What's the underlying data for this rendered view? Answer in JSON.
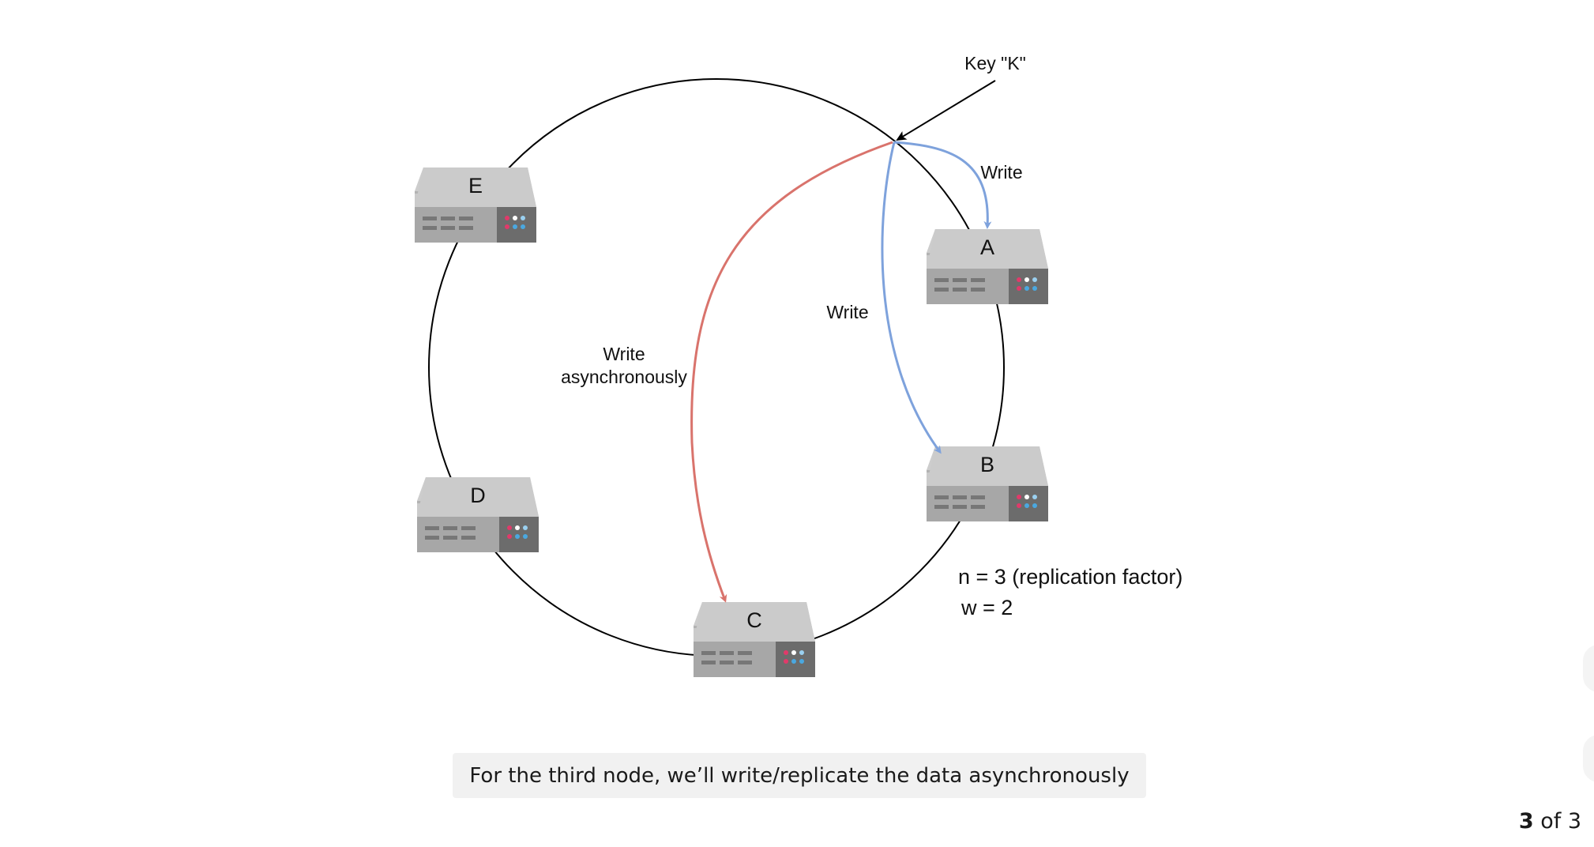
{
  "diagram": {
    "key_label": "Key \"K\"",
    "nodes": {
      "A": "A",
      "B": "B",
      "C": "C",
      "D": "D",
      "E": "E"
    },
    "arrow_labels": {
      "write_to_a": "Write",
      "write_to_b": "Write",
      "async_line1": "Write",
      "async_line2": "asynchronously"
    },
    "params": {
      "n": "n = 3 (replication factor)",
      "w": "w = 2"
    },
    "colors": {
      "sync_write": "#7ea2dc",
      "async_write": "#d9736c",
      "ring": "#000000"
    }
  },
  "caption": "For the third node, we’ll write/replicate the data asynchronously",
  "pager": {
    "current": "3",
    "suffix": " of 3"
  }
}
